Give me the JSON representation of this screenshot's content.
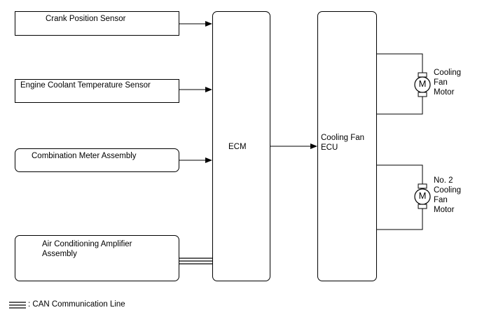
{
  "inputs": {
    "crank_position_sensor": "Crank Position Sensor",
    "engine_coolant_temperature_sensor": "Engine Coolant Temperature Sensor",
    "combination_meter_assembly": "Combination Meter Assembly",
    "air_conditioning_amplifier_assembly": "Air Conditioning Amplifier\nAssembly"
  },
  "ecm": {
    "label": "ECM"
  },
  "cooling_fan_ecu": {
    "label": "Cooling Fan\nECU"
  },
  "motors": [
    {
      "symbol": "M",
      "label": "Cooling\nFan\nMotor"
    },
    {
      "symbol": "M",
      "label": "No. 2\nCooling\nFan\nMotor"
    }
  ],
  "legend": {
    "label": ": CAN Communication Line"
  }
}
